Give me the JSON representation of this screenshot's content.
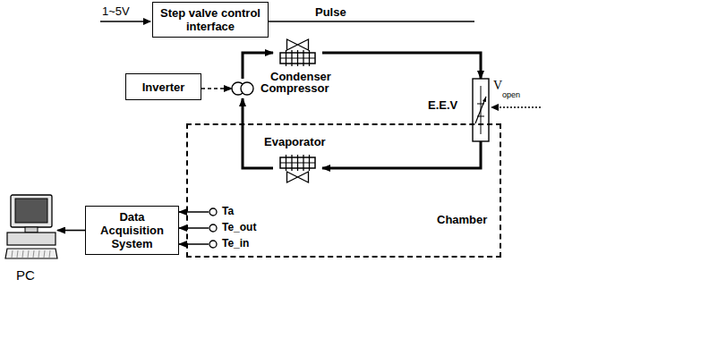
{
  "diagram": {
    "nodes": [
      {
        "text": [
          "Step valve control interface"
        ]
      },
      {
        "text": [
          "Condenser"
        ]
      },
      {
        "text": [
          "Inverter"
        ]
      },
      {
        "text": [
          "Compressor"
        ]
      },
      {
        "text": [
          "E.E.V"
        ]
      },
      {
        "text": [
          "Chamber"
        ]
      },
      {
        "text": [
          "Evaporator"
        ],
        "in": 5
      },
      {
        "text": [
          "Data Acquisition System"
        ]
      },
      {
        "text": [
          "Ta"
        ],
        "in": 5
      },
      {
        "text": [
          "Te_out"
        ],
        "in": 5
      },
      {
        "text": [
          "Te_in"
        ],
        "in": 5
      },
      {
        "text": [
          "PC"
        ]
      }
    ],
    "edges": [
      {
        "from": 2,
        "to": 3,
        "arrow": "to"
      },
      {
        "from": 3,
        "to": 1,
        "arrow": "to"
      },
      {
        "from": 1,
        "to": 4,
        "arrow": "to"
      },
      {
        "from": 4,
        "to": 6,
        "arrow": "to"
      },
      {
        "from": 6,
        "to": 3,
        "arrow": "to"
      },
      {
        "from": 8,
        "to": 7,
        "arrow": "to"
      },
      {
        "from": 9,
        "to": 7,
        "arrow": "to"
      },
      {
        "from": 10,
        "to": 7,
        "arrow": "to"
      },
      {
        "from": 7,
        "to": 11,
        "arrow": "to"
      }
    ],
    "labels": [
      "1~5V",
      "Pulse",
      "V",
      "open"
    ]
  }
}
